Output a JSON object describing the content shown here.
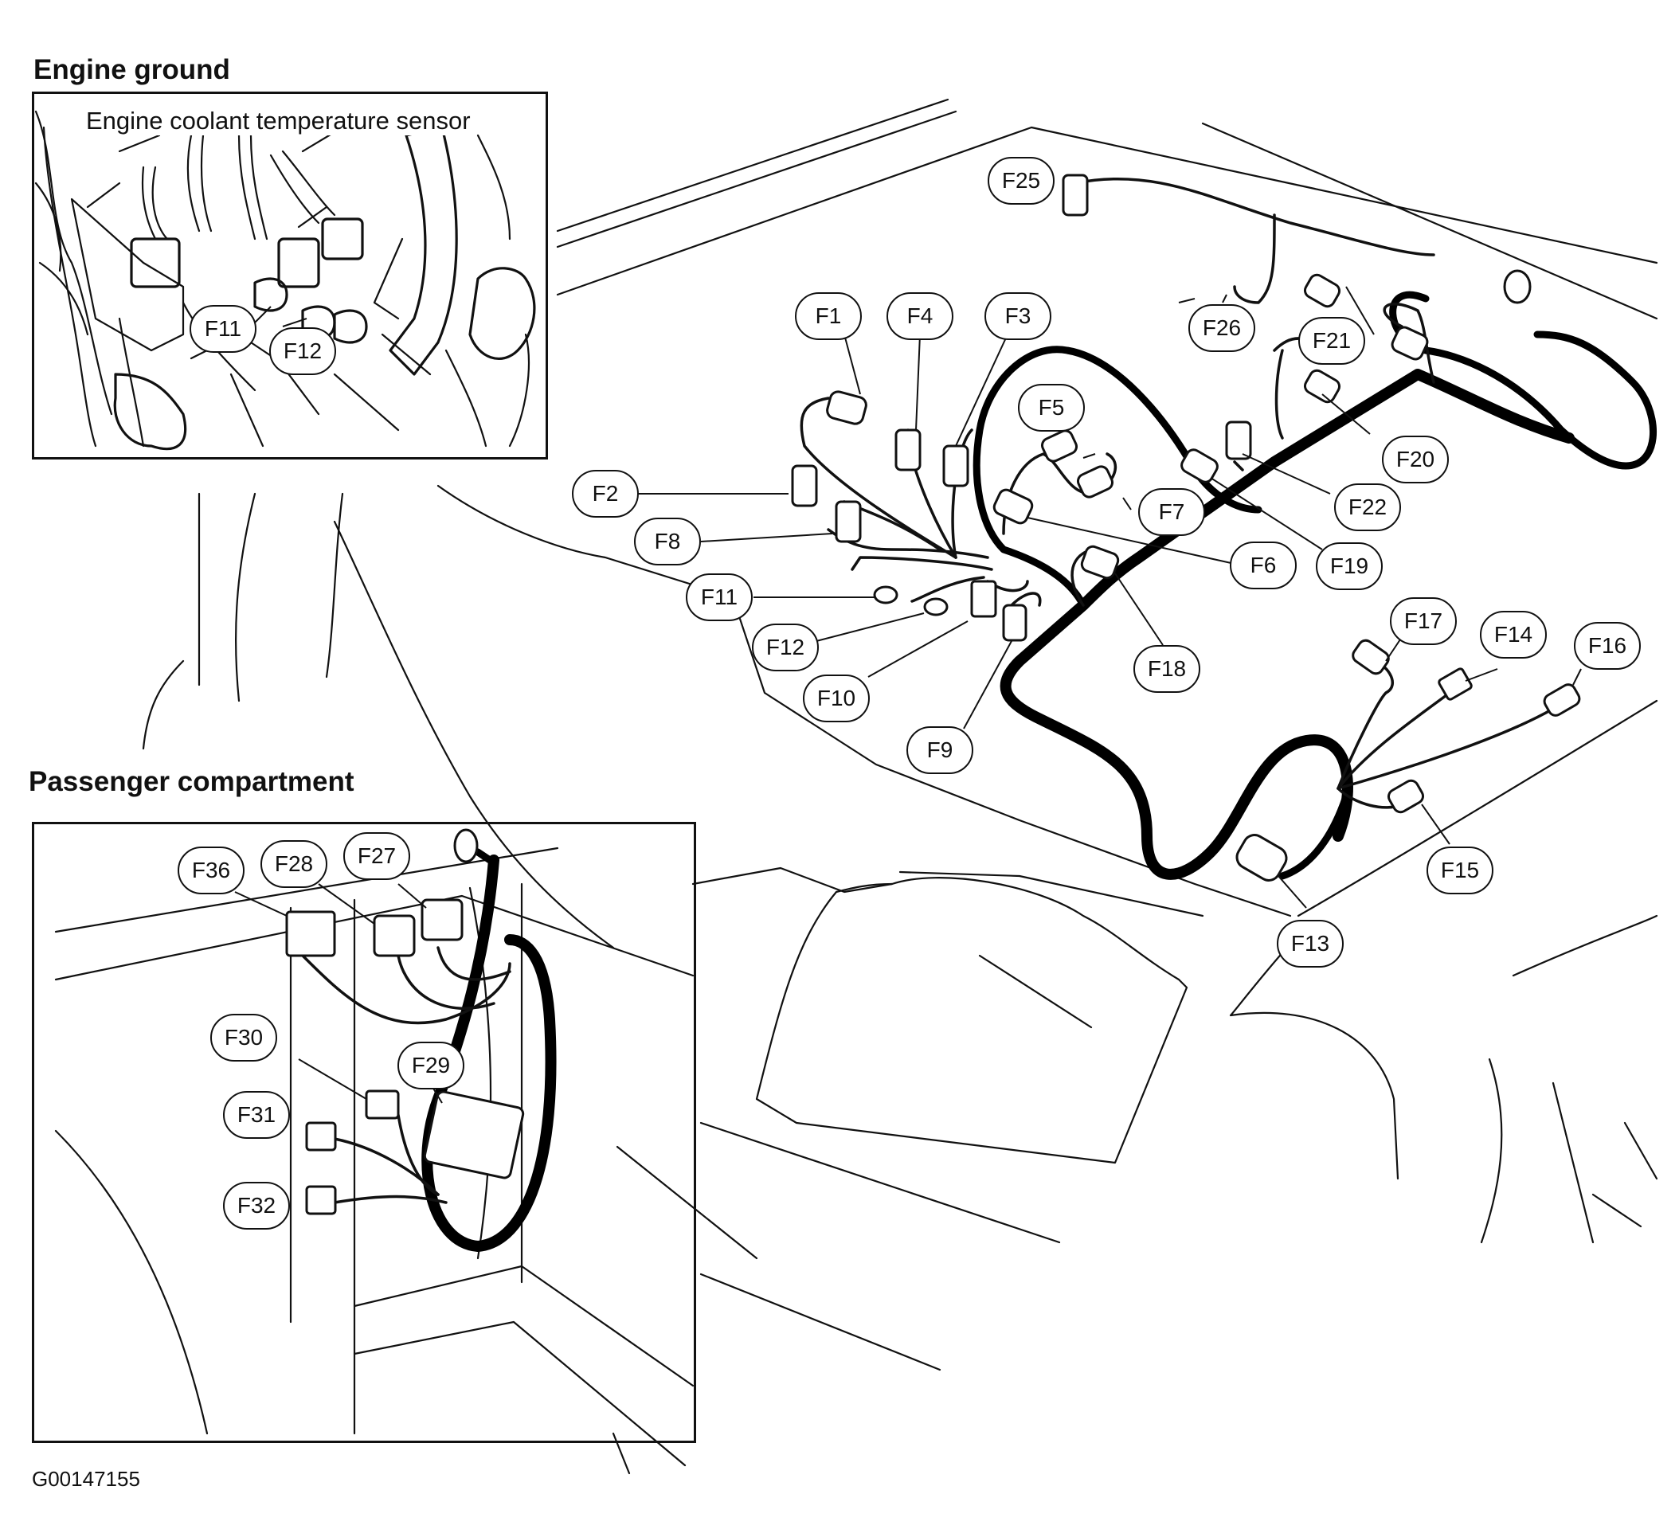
{
  "insets": {
    "engine_ground": {
      "title": "Engine ground",
      "sensor_label": "Engine coolant temperature sensor",
      "callouts": [
        "F11",
        "F12"
      ]
    },
    "passenger_compartment": {
      "title": "Passenger compartment",
      "callouts": [
        "F36",
        "F28",
        "F27",
        "F30",
        "F29",
        "F31",
        "F32"
      ]
    }
  },
  "main_view": {
    "callouts": [
      "F1",
      "F2",
      "F3",
      "F4",
      "F5",
      "F6",
      "F7",
      "F8",
      "F9",
      "F10",
      "F11",
      "F12",
      "F13",
      "F14",
      "F15",
      "F16",
      "F17",
      "F18",
      "F19",
      "F20",
      "F21",
      "F22",
      "F25",
      "F26"
    ]
  },
  "figure_id": "G00147155"
}
